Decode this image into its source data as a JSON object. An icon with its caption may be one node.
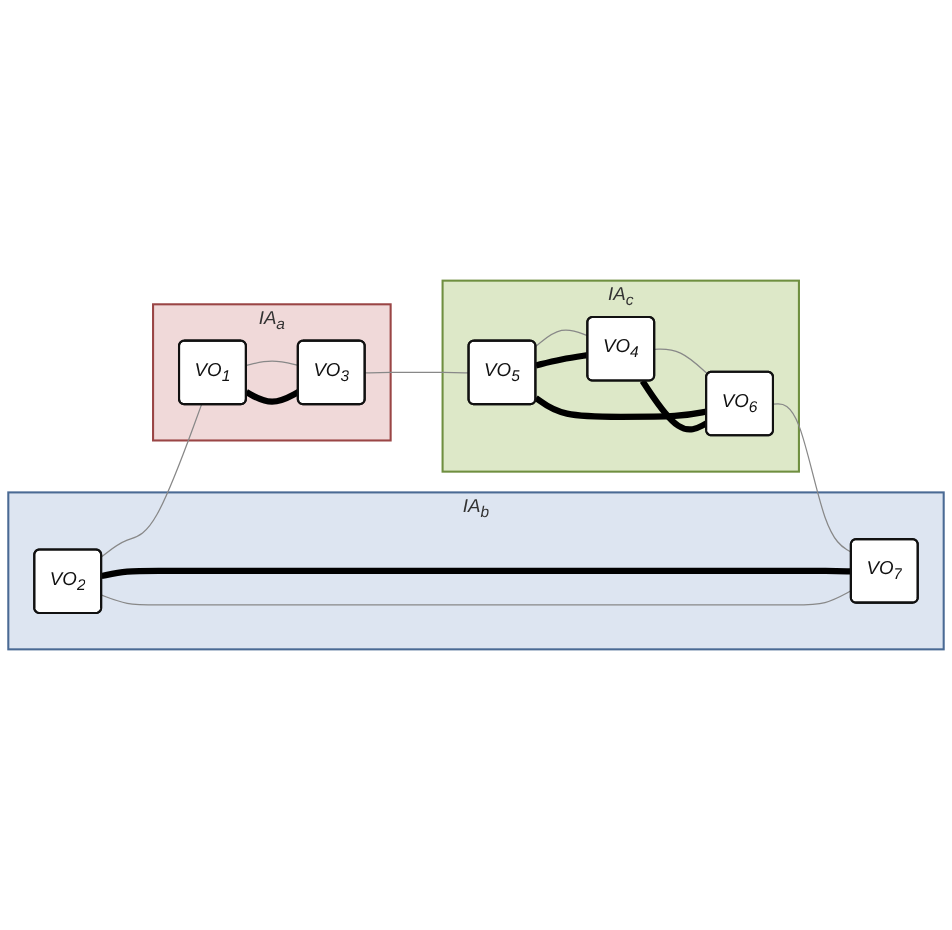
{
  "diagram": {
    "nodes": [
      {
        "text": [
          "IA$_{b}$"
        ]
      },
      {
        "text": [
          "VO$_{2}$"
        ],
        "in": 0
      },
      {
        "text": [
          "VO$_{7}$"
        ],
        "in": 0
      },
      {
        "text": [
          "IA$_{a}$"
        ]
      },
      {
        "text": [
          "VO$_{1}$"
        ],
        "in": 3
      },
      {
        "text": [
          "VO$_{3}$"
        ],
        "in": 3
      },
      {
        "text": [
          "IA$_{c}$"
        ]
      },
      {
        "text": [
          "VO$_{5}$"
        ],
        "in": 6
      },
      {
        "text": [
          "VO$_{4}$"
        ],
        "in": 6
      },
      {
        "text": [
          "VO$_{6}$"
        ],
        "in": 6
      }
    ],
    "edges": [
      {
        "from": 4,
        "to": 5,
        "arrow": "none"
      },
      {
        "from": 5,
        "to": 7,
        "arrow": "none"
      },
      {
        "from": 7,
        "to": 8,
        "arrow": "none"
      },
      {
        "from": 8,
        "to": 9,
        "arrow": "none"
      },
      {
        "from": 9,
        "to": 2,
        "arrow": "none"
      },
      {
        "from": 2,
        "to": 1,
        "arrow": "none"
      },
      {
        "from": 1,
        "to": 4,
        "arrow": "none"
      },
      {
        "from": 4,
        "to": 5,
        "arrow": "none",
        "style": "thick",
        "color": "#000000"
      },
      {
        "from": 1,
        "to": 2,
        "arrow": "none",
        "style": "thick",
        "color": "#000000"
      },
      {
        "from": 7,
        "to": 9,
        "arrow": "none",
        "style": "thick",
        "color": "#000000"
      },
      {
        "from": 7,
        "to": 8,
        "arrow": "none",
        "style": "thick",
        "color": "#000000"
      },
      {
        "from": 8,
        "to": 9,
        "arrow": "none",
        "style": "thick",
        "color": "#000000"
      }
    ]
  }
}
